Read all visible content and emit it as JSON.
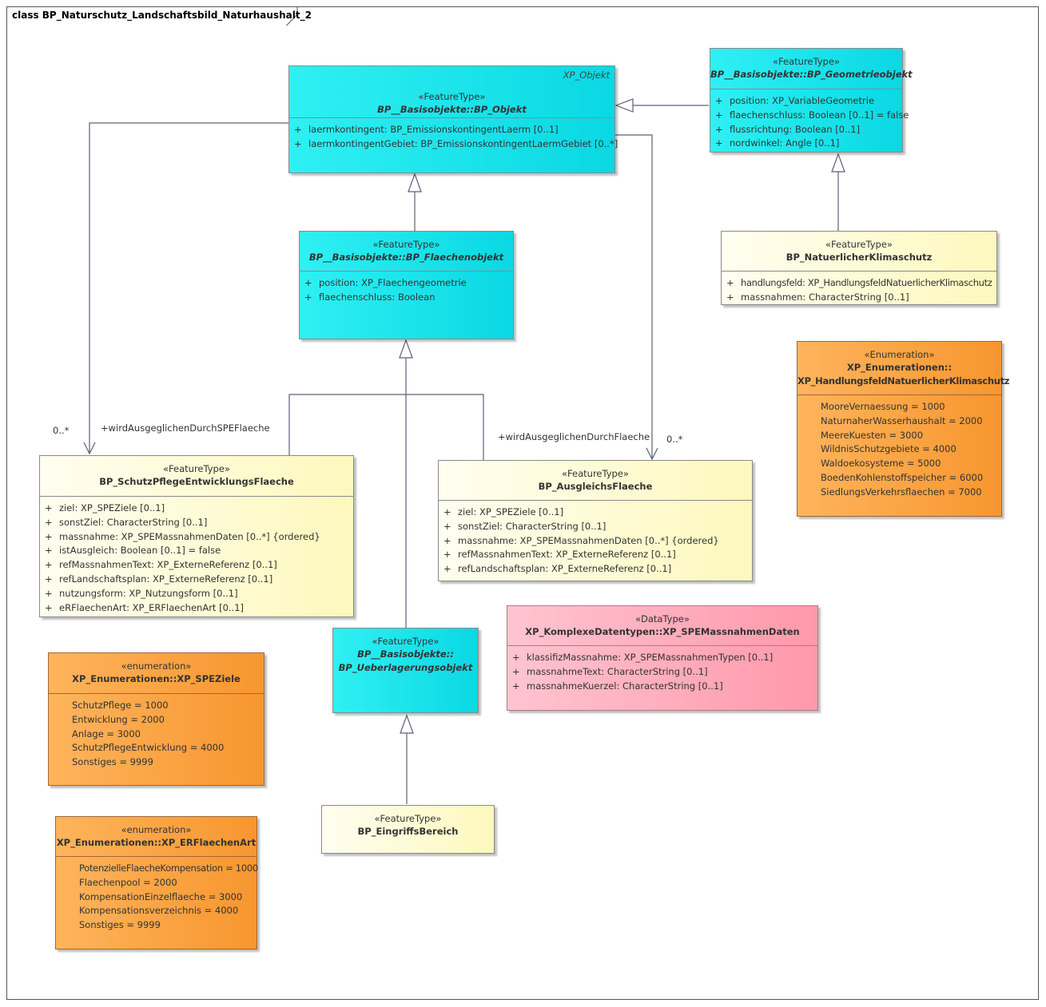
{
  "frame": {
    "title": "class BP_Naturschutz_Landschaftsbild_Naturhaushalt_2"
  },
  "classes": {
    "bp_objekt": {
      "parent_tag": "XP_Objekt",
      "stereotype": "«FeatureType»",
      "name": "BP__Basisobjekte::BP_Objekt",
      "attributes": [
        {
          "vis": "+",
          "text": "laermkontingent: BP_EmissionskontingentLaerm [0..1]"
        },
        {
          "vis": "+",
          "text": "laermkontingentGebiet: BP_EmissionskontingentLaermGebiet [0..*]"
        }
      ]
    },
    "bp_geometrieobjekt": {
      "stereotype": "«FeatureType»",
      "name": "BP__Basisobjekte::BP_Geometrieobjekt",
      "attributes": [
        {
          "vis": "+",
          "text": "position: XP_VariableGeometrie"
        },
        {
          "vis": "+",
          "text": "flaechenschluss: Boolean [0..1] = false"
        },
        {
          "vis": "+",
          "text": "flussrichtung: Boolean [0..1]"
        },
        {
          "vis": "+",
          "text": "nordwinkel: Angle [0..1]"
        }
      ]
    },
    "bp_flaechenobjekt": {
      "stereotype": "«FeatureType»",
      "name": "BP__Basisobjekte::BP_Flaechenobjekt",
      "attributes": [
        {
          "vis": "+",
          "text": "position: XP_Flaechengeometrie"
        },
        {
          "vis": "+",
          "text": "flaechenschluss: Boolean"
        }
      ]
    },
    "bp_natuerlicherklimaschutz": {
      "stereotype": "«FeatureType»",
      "name": "BP_NatuerlicherKlimaschutz",
      "attributes": [
        {
          "vis": "+",
          "text": "handlungsfeld: XP_HandlungsfeldNatuerlicherKlimaschutz"
        },
        {
          "vis": "+",
          "text": "massnahmen: CharacterString [0..1]"
        }
      ]
    },
    "xp_handlungsfeld": {
      "stereotype": "«Enumeration»",
      "name_line1": "XP_Enumerationen::",
      "name_line2": "XP_HandlungsfeldNatuerlicherKlimaschutz",
      "literals": [
        "MooreVernaessung = 1000",
        "NaturnaherWasserhaushalt = 2000",
        "MeereKuesten = 3000",
        "WildnisSchutzgebiete = 4000",
        "Waldoekosysteme = 5000",
        "BoedenKohlenstoffspeicher = 6000",
        "SiedlungsVerkehrsflaechen = 7000"
      ]
    },
    "bp_schutzpflege": {
      "stereotype": "«FeatureType»",
      "name": "BP_SchutzPflegeEntwicklungsFlaeche",
      "attributes": [
        {
          "vis": "+",
          "text": "ziel: XP_SPEZiele [0..1]"
        },
        {
          "vis": "+",
          "text": "sonstZiel: CharacterString [0..1]"
        },
        {
          "vis": "+",
          "text": "massnahme: XP_SPEMassnahmenDaten [0..*] {ordered}"
        },
        {
          "vis": "+",
          "text": "istAusgleich: Boolean [0..1] = false"
        },
        {
          "vis": "+",
          "text": "refMassnahmenText: XP_ExterneReferenz [0..1]"
        },
        {
          "vis": "+",
          "text": "refLandschaftsplan: XP_ExterneReferenz [0..1]"
        },
        {
          "vis": "+",
          "text": "nutzungsform: XP_Nutzungsform [0..1]"
        },
        {
          "vis": "+",
          "text": "eRFlaechenArt: XP_ERFlaechenArt [0..1]"
        }
      ]
    },
    "bp_ausgleichsflaeche": {
      "stereotype": "«FeatureType»",
      "name": "BP_AusgleichsFlaeche",
      "attributes": [
        {
          "vis": "+",
          "text": "ziel: XP_SPEZiele [0..1]"
        },
        {
          "vis": "+",
          "text": "sonstZiel: CharacterString [0..1]"
        },
        {
          "vis": "+",
          "text": "massnahme: XP_SPEMassnahmenDaten [0..*] {ordered}"
        },
        {
          "vis": "+",
          "text": "refMassnahmenText: XP_ExterneReferenz [0..1]"
        },
        {
          "vis": "+",
          "text": "refLandschaftsplan: XP_ExterneReferenz [0..1]"
        }
      ]
    },
    "xp_spemassnahmendaten": {
      "stereotype": "«DataType»",
      "name": "XP_KomplexeDatentypen::XP_SPEMassnahmenDaten",
      "attributes": [
        {
          "vis": "+",
          "text": "klassifizMassnahme: XP_SPEMassnahmenTypen [0..1]"
        },
        {
          "vis": "+",
          "text": "massnahmeText: CharacterString [0..1]"
        },
        {
          "vis": "+",
          "text": "massnahmeKuerzel: CharacterString [0..1]"
        }
      ]
    },
    "bp_ueberlagerungsobjekt": {
      "stereotype": "«FeatureType»",
      "name_line1": "BP__Basisobjekte::",
      "name_line2": "BP_Ueberlagerungsobjekt"
    },
    "xp_speziele": {
      "stereotype": "«enumeration»",
      "name": "XP_Enumerationen::XP_SPEZiele",
      "literals": [
        "SchutzPflege = 1000",
        "Entwicklung = 2000",
        "Anlage = 3000",
        "SchutzPflegeEntwicklung = 4000",
        "Sonstiges = 9999"
      ]
    },
    "xp_erflaechenart": {
      "stereotype": "«enumeration»",
      "name": "XP_Enumerationen::XP_ERFlaechenArt",
      "literals": [
        "PotenzielleFlaecheKompensation = 1000",
        "Flaechenpool = 2000",
        "KompensationEinzelflaeche = 3000",
        "Kompensationsverzeichnis = 4000",
        "Sonstiges = 9999"
      ]
    },
    "bp_eingriffsbereich": {
      "stereotype": "«FeatureType»",
      "name": "BP_EingriffsBereich"
    }
  },
  "associations": {
    "spe": {
      "role": "+wirdAusgeglichenDurchSPEFlaeche",
      "multiplicity": "0..*"
    },
    "ausgleich": {
      "role": "+wirdAusgeglichenDurchFlaeche",
      "multiplicity": "0..*"
    }
  },
  "colors": {
    "feature_abstract": "#0ad8e3",
    "feature": "#fdf8bd",
    "enumeration": "#f7962f",
    "datatype": "#ff98aa",
    "connector": "#5a6078"
  }
}
